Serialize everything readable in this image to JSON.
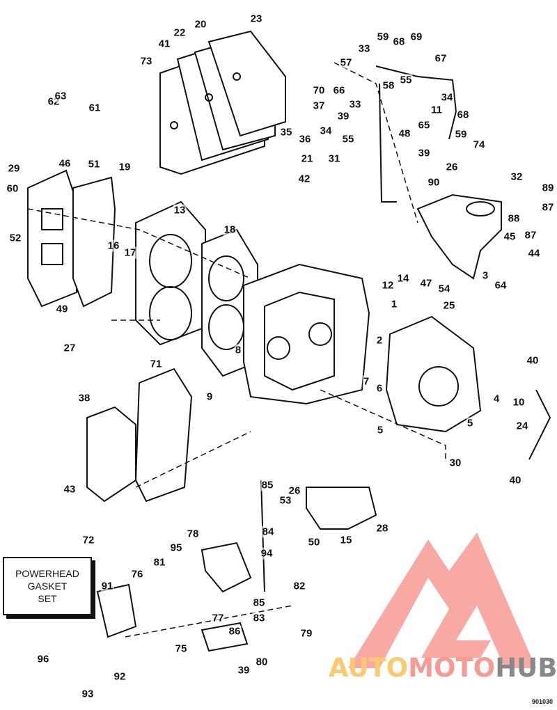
{
  "diagram": {
    "part_numbers": [
      "23",
      "20",
      "22",
      "41",
      "73",
      "59",
      "68",
      "69",
      "33",
      "57",
      "67",
      "66",
      "58",
      "55",
      "70",
      "37",
      "34",
      "11",
      "33",
      "39",
      "48",
      "68",
      "65",
      "35",
      "36",
      "34",
      "55",
      "59",
      "39",
      "74",
      "31",
      "21",
      "42",
      "26",
      "90",
      "32",
      "89",
      "87",
      "88",
      "87",
      "45",
      "62",
      "63",
      "61",
      "29",
      "46",
      "51",
      "19",
      "60",
      "13",
      "16",
      "17",
      "18",
      "52",
      "49",
      "27",
      "12",
      "14",
      "3",
      "44",
      "64",
      "47",
      "54",
      "25",
      "1",
      "2",
      "8",
      "9",
      "7",
      "6",
      "5",
      "4",
      "5",
      "10",
      "40",
      "24",
      "40",
      "30",
      "71",
      "38",
      "43",
      "72",
      "85",
      "53",
      "26",
      "28",
      "84",
      "94",
      "15",
      "50",
      "78",
      "95",
      "81",
      "76",
      "82",
      "91",
      "85",
      "83",
      "77",
      "86",
      "79",
      "80",
      "75",
      "39",
      "92",
      "93",
      "96"
    ],
    "gasket_set": {
      "line1": "POWERHEAD",
      "line2": "GASKET",
      "line3": "SET"
    },
    "figure_id": "901030"
  },
  "watermark": {
    "part1": "AUTO",
    "part2": "MOTO",
    "part3": "HUB",
    "colors": [
      "#fbc96f",
      "#f79a94",
      "#888888"
    ]
  }
}
